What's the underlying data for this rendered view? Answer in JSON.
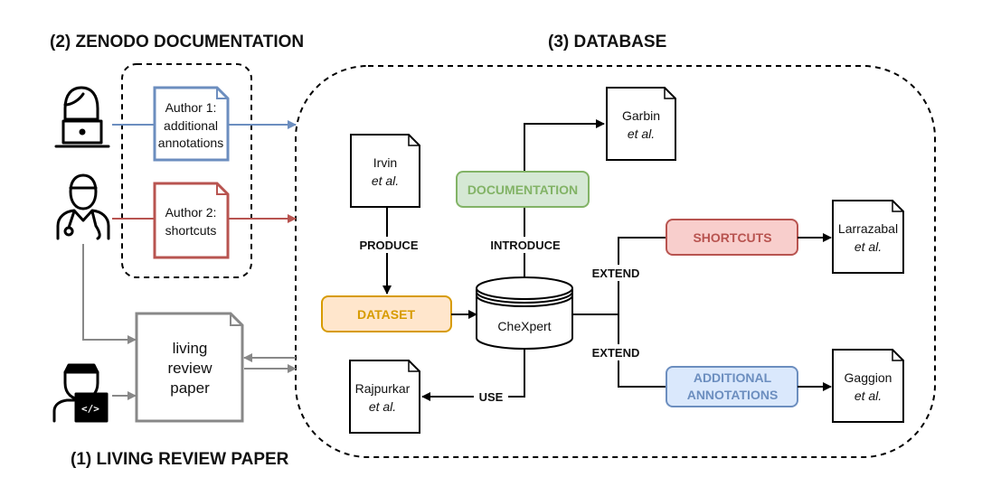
{
  "titles": {
    "zenodo": "(2) ZENODO DOCUMENTATION",
    "database": "(3) DATABASE",
    "living": "(1) LIVING REVIEW PAPER"
  },
  "docs": {
    "author1": [
      "Author 1:",
      "additional",
      "annotations"
    ],
    "author2": [
      "Author 2:",
      "shortcuts"
    ],
    "living_paper": [
      "living",
      "review",
      "paper"
    ],
    "irvin": [
      "Irvin",
      "et al."
    ],
    "garbin": [
      "Garbin",
      "et al."
    ],
    "rajpurkar": [
      "Rajpurkar",
      "et al."
    ],
    "larrazabal": [
      "Larrazabal",
      "et al."
    ],
    "gaggion": [
      "Gaggion",
      "et al."
    ]
  },
  "boxes": {
    "documentation": "DOCUMENTATION",
    "dataset": "DATASET",
    "shortcuts": "SHORTCUTS",
    "additional": [
      "ADDITIONAL",
      "ANNOTATIONS"
    ]
  },
  "database_label": "CheXpert",
  "edge_labels": {
    "produce": "PRODUCE",
    "introduce": "INTRODUCE",
    "extend_top": "EXTEND",
    "extend_bottom": "EXTEND",
    "use": "USE"
  },
  "colors": {
    "blue": "#6c8ebf",
    "red": "#b85450",
    "gray": "#888888",
    "green_stroke": "#82b366",
    "green_fill": "#d5e8d4",
    "orange_stroke": "#d79b00",
    "orange_fill": "#ffe6cc",
    "red_fill": "#f8cecc",
    "blue_fill": "#dae8fc"
  },
  "icons": [
    "developer-laptop-icon",
    "doctor-stethoscope-icon",
    "coder-icon"
  ]
}
